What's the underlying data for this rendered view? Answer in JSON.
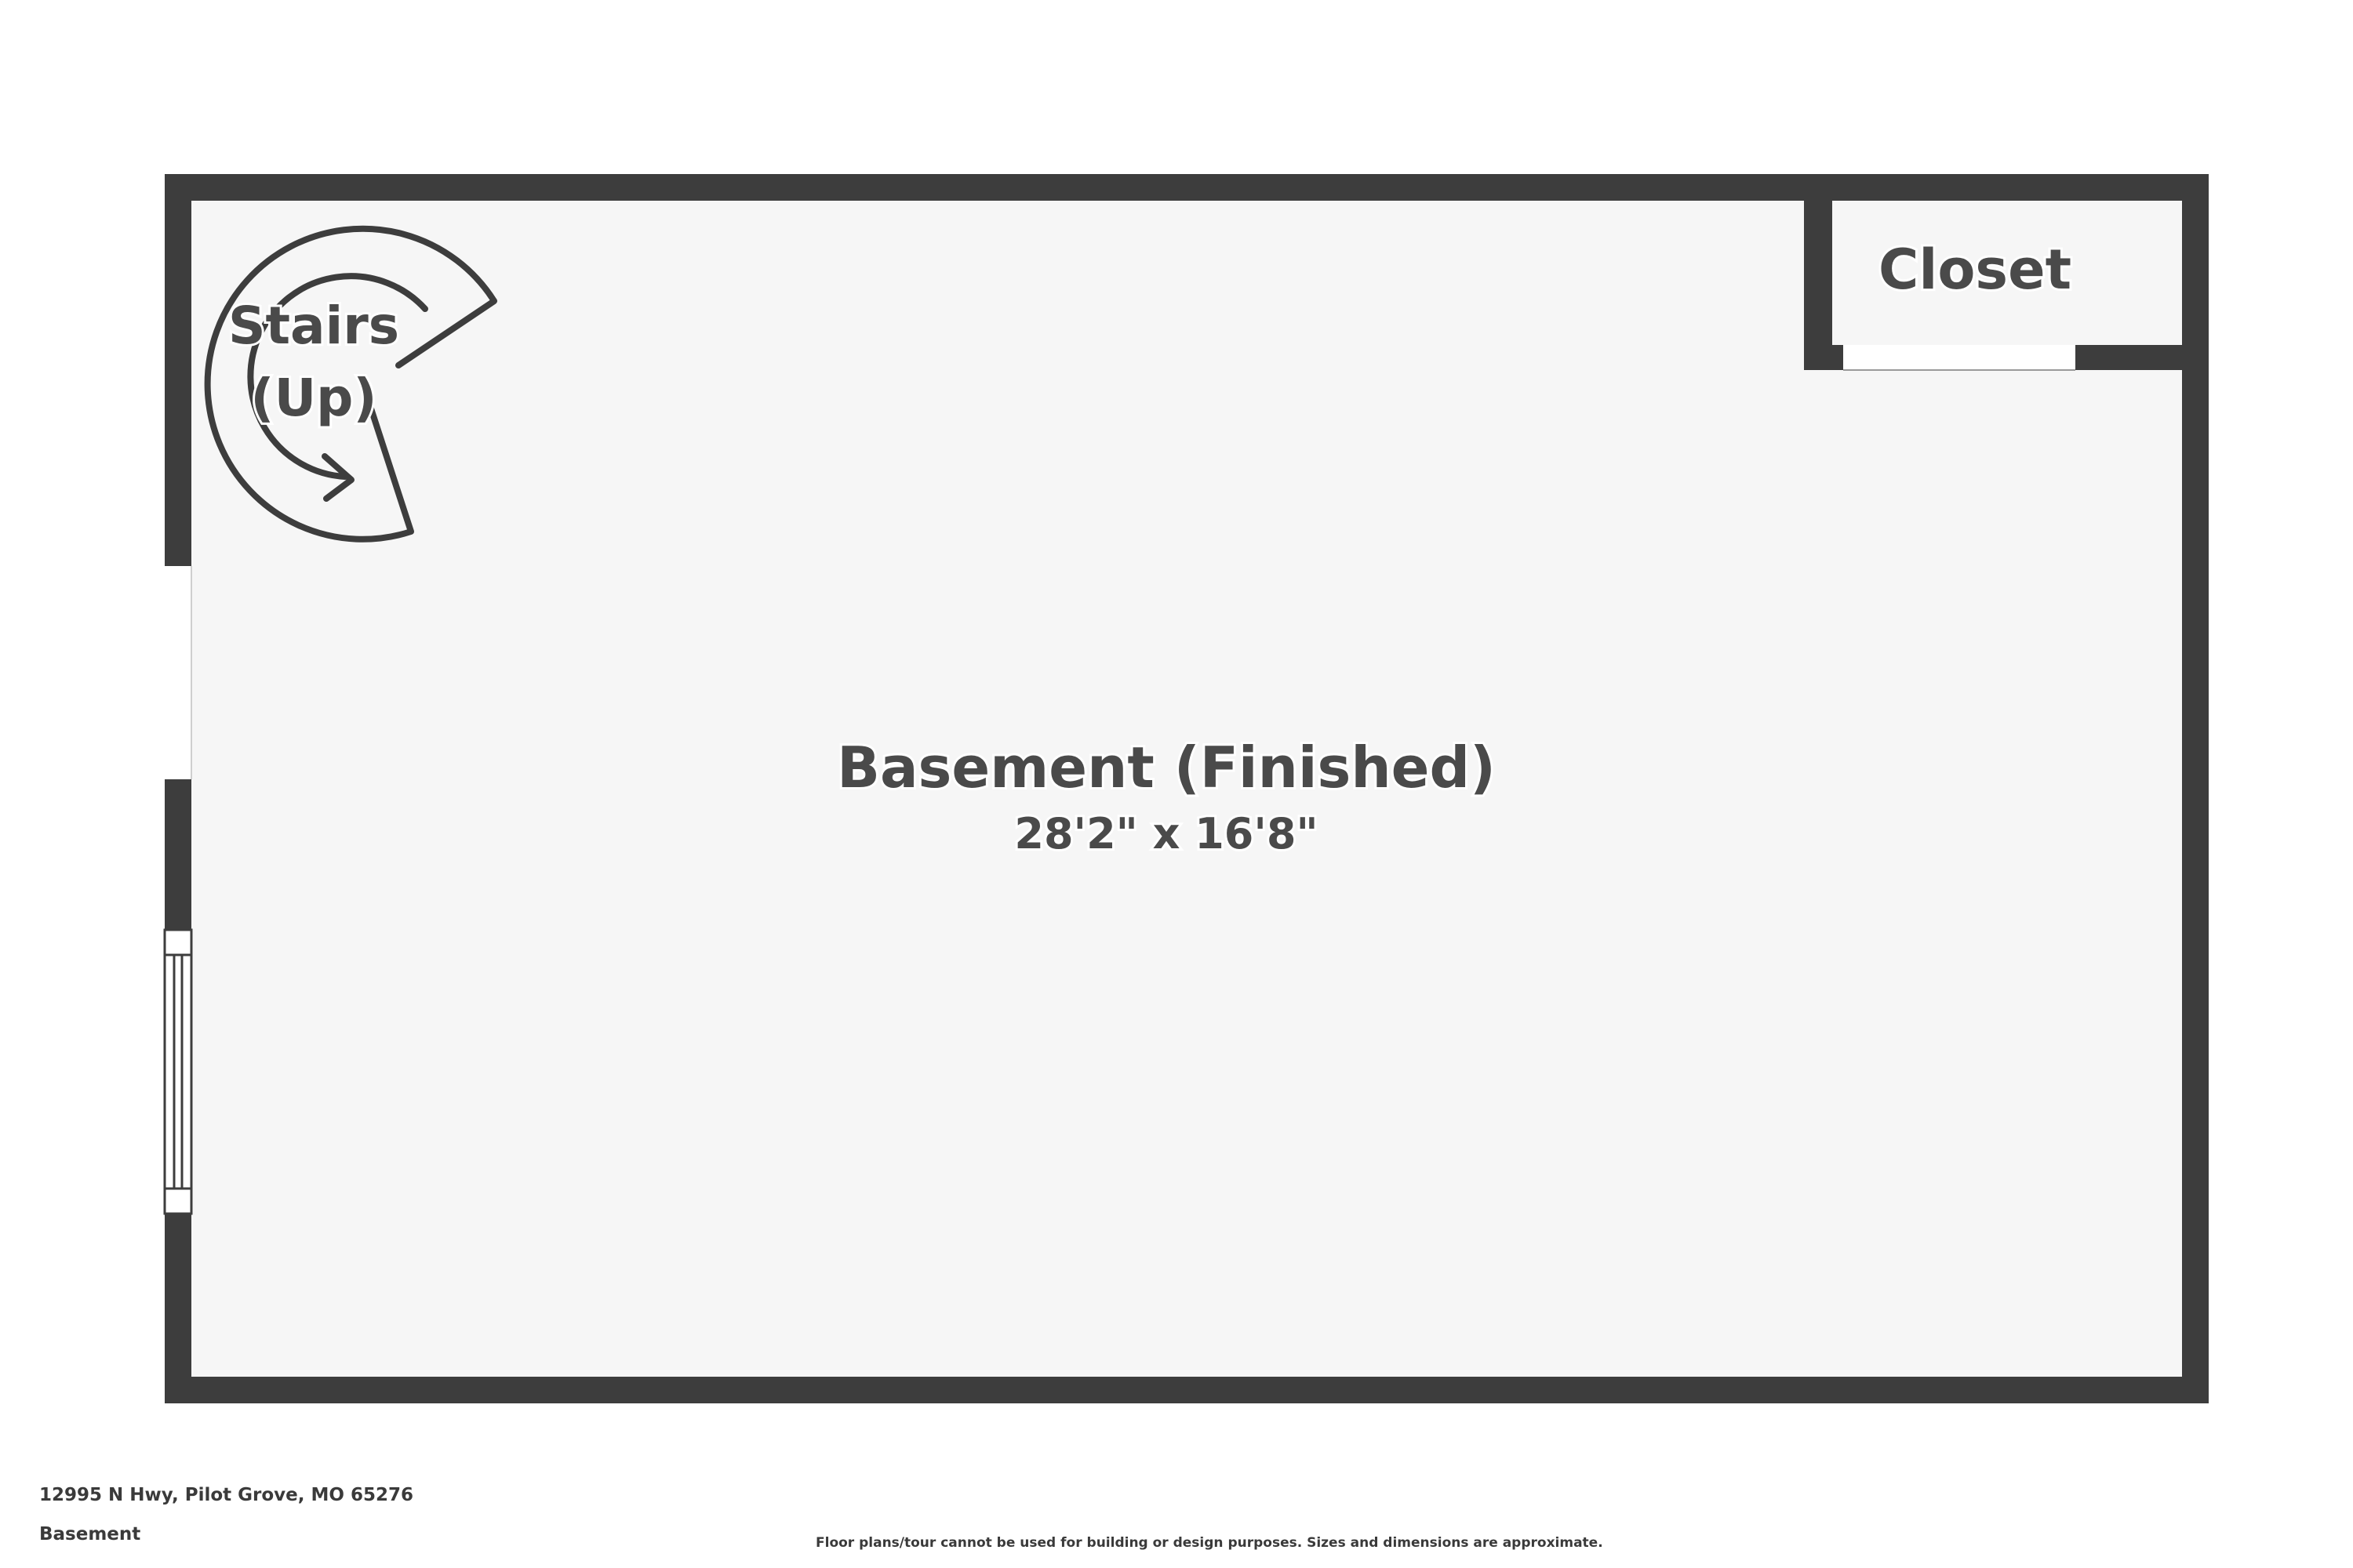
{
  "floor_plan": {
    "floor_name": "Basement",
    "address": "12995 N Hwy, Pilot Grove, MO 65276",
    "disclaimer": "Floor plans/tour cannot be used for building or design purposes. Sizes and dimensions are approximate.",
    "rooms": {
      "basement": {
        "name": "Basement (Finished)",
        "dimensions": "28'2\" x 16'8\""
      },
      "closet": {
        "name": "Closet"
      },
      "stairs": {
        "line1": "Stairs",
        "line2": "(Up)"
      }
    },
    "colors": {
      "wall": "#3d3d3d",
      "floor": "#f6f6f6",
      "label": "#4a4a4a",
      "opening": "#ffffff"
    }
  }
}
